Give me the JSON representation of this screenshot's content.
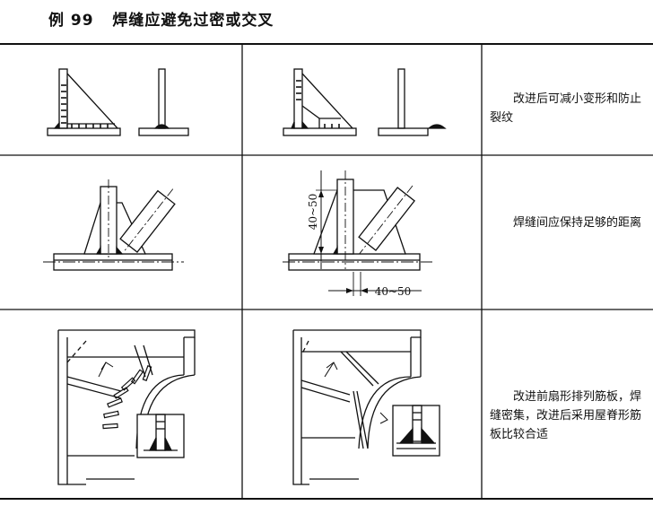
{
  "title": "例 99   焊缝应避免过密或交叉",
  "rows": [
    {
      "description": "改进后可减小变形和防止裂纹"
    },
    {
      "description": "焊缝间应保持足够的距离"
    },
    {
      "description": "改进前扇形排列筋板，焊缝密集，改进后采用屋脊形筋板比较合适"
    }
  ],
  "dimensions": {
    "vertical": "40~50",
    "horizontal": "40~50"
  }
}
